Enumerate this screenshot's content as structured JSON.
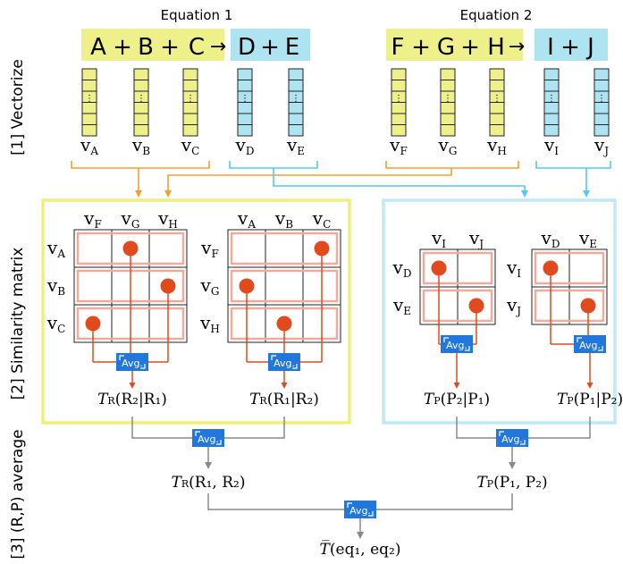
{
  "equations": {
    "eq1": {
      "title": "Equation 1",
      "reactants": [
        "A",
        "+",
        "B",
        "+",
        "C"
      ],
      "arrow": "→",
      "products": [
        "D",
        "+",
        "E"
      ]
    },
    "eq2": {
      "title": "Equation 2",
      "reactants": [
        "F",
        "+",
        "G",
        "+",
        "H"
      ],
      "arrow": "→",
      "products": [
        "I",
        "+",
        "J"
      ]
    }
  },
  "stages": {
    "s1": "[1] Vectorize",
    "s2": "[2] Similarity matrix",
    "s3": "[3] (R,P) average"
  },
  "vectors": {
    "base": "v",
    "eq1_subs": [
      "A",
      "B",
      "C",
      "D",
      "E"
    ],
    "eq2_subs": [
      "F",
      "G",
      "H",
      "I",
      "J"
    ]
  },
  "matrices": {
    "m1": {
      "cols": [
        "F",
        "G",
        "H"
      ],
      "rows": [
        "A",
        "B",
        "C"
      ],
      "dots": [
        [
          0,
          1
        ],
        [
          1,
          2
        ],
        [
          2,
          0
        ]
      ]
    },
    "m2": {
      "cols": [
        "A",
        "B",
        "C"
      ],
      "rows": [
        "F",
        "G",
        "H"
      ],
      "dots": [
        [
          0,
          2
        ],
        [
          1,
          0
        ],
        [
          2,
          1
        ]
      ]
    },
    "m3": {
      "cols": [
        "I",
        "J"
      ],
      "rows": [
        "D",
        "E"
      ],
      "dots": [
        [
          0,
          0
        ],
        [
          1,
          1
        ]
      ]
    },
    "m4": {
      "cols": [
        "D",
        "E"
      ],
      "rows": [
        "I",
        "J"
      ],
      "dots": [
        [
          0,
          0
        ],
        [
          1,
          1
        ]
      ]
    }
  },
  "avg_label": "Avg.",
  "formulas": {
    "f1": {
      "T": "T",
      "sub": "R",
      "args": "(R₂|R₁)"
    },
    "f2": {
      "T": "T",
      "sub": "R",
      "args": "(R₁|R₂)"
    },
    "f3": {
      "T": "T",
      "sub": "P",
      "args": "(P₂|P₁)"
    },
    "f4": {
      "T": "T",
      "sub": "P",
      "args": "(P₁|P₂)"
    },
    "f5": {
      "T": "T",
      "sub": "R",
      "args": "(R₁, R₂)"
    },
    "f6": {
      "T": "T",
      "sub": "P",
      "args": "(P₁, P₂)"
    },
    "f7": {
      "T": "T̅",
      "sub": "",
      "args": "(eq₁, eq₂)"
    }
  },
  "colors": {
    "yellow": "#eef08a",
    "yellow_stroke": "#e6e85a",
    "cyan": "#aee4f2",
    "cyan_stroke": "#9fdcef",
    "orange": "#f0a030",
    "light_blue": "#55c8ee",
    "dot": "#e14a1c",
    "pink": "#f1aa9c",
    "avg_blue": "#2277dd",
    "grey": "#888888"
  }
}
